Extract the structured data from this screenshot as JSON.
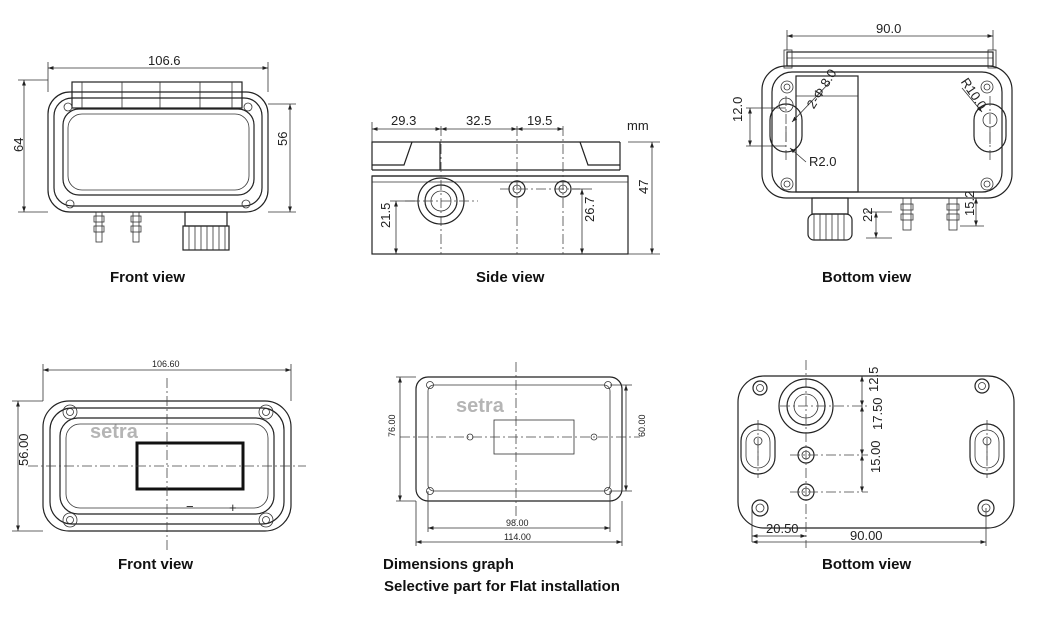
{
  "units": "mm",
  "captions": {
    "front_top": "Front view",
    "side": "Side view",
    "bottom_top": "Bottom view",
    "front_bottom": "Front view",
    "dim_graph": "Dimensions graph",
    "flat_install": "Selective part for Flat installation",
    "bottom_bottom": "Bottom view"
  },
  "brand": "setra",
  "front_top": {
    "width": "106.6",
    "height": "64",
    "inner_height": "56"
  },
  "side": {
    "d1": "29.3",
    "d2": "32.5",
    "d3": "19.5",
    "h_total": "47",
    "h_port": "21.5",
    "h_port2": "26.7"
  },
  "bottom_top": {
    "width": "90.0",
    "hole": "2-Φ 8.0",
    "radius1": "R10.0",
    "radius2": "R2.0",
    "offset": "12.0",
    "h1": "22",
    "h2": "15.2"
  },
  "front_bottom": {
    "width": "106.60",
    "height": "56.00",
    "minus": "−",
    "plus": "+"
  },
  "flat": {
    "h_outer": "76.00",
    "h_inner": "60.00",
    "w_inner": "98.00",
    "w_outer": "114.00"
  },
  "bottom_bottom": {
    "d1": "12.5",
    "d2": "17.50",
    "d3": "15.00",
    "left": "20.50",
    "width": "90.00"
  }
}
